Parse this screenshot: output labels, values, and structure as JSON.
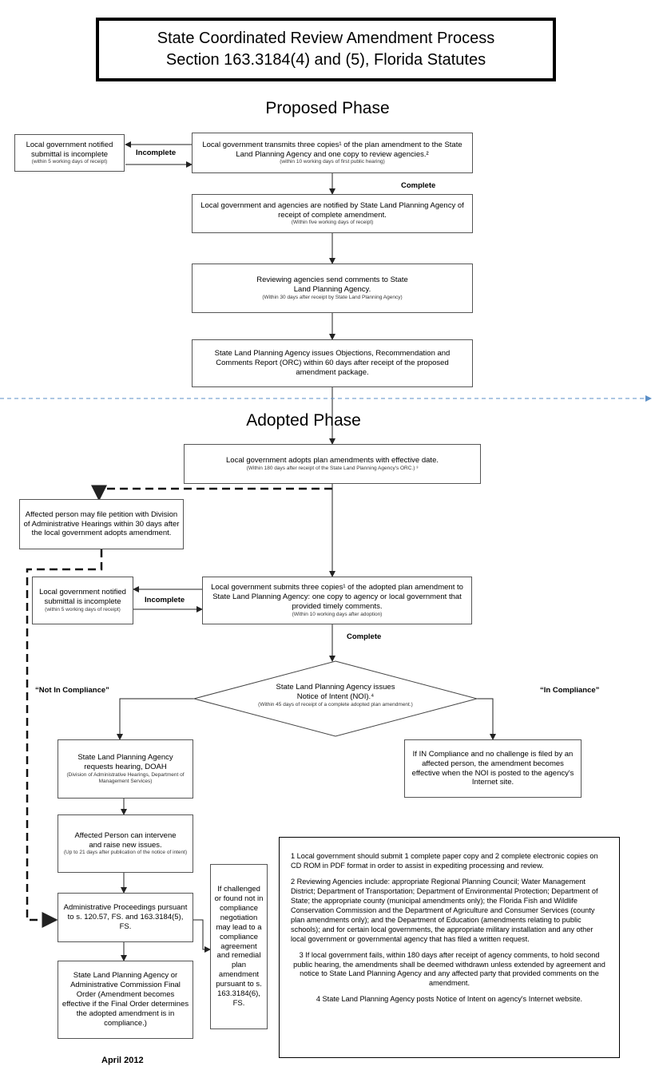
{
  "title": {
    "line1": "State Coordinated Review Amendment Process",
    "line2": "Section 163.3184(4) and (5), Florida Statutes"
  },
  "phases": {
    "proposed": "Proposed Phase",
    "adopted": "Adopted Phase"
  },
  "labels": {
    "incomplete": "Incomplete",
    "complete": "Complete",
    "not_in_compliance": "“Not In Compliance”",
    "in_compliance": "“In Compliance”"
  },
  "boxes": {
    "p_incomplete": {
      "main": "Local government notified submittal is incomplete",
      "note": "(within 5 working days of receipt)"
    },
    "p_transmit": {
      "main": "Local government transmits three copies¹ of the plan amendment to the State Land Planning Agency and one copy to review agencies.²",
      "note": "(within 10 working days of first public hearing)"
    },
    "p_notified": {
      "main": "Local government and agencies are notified by State Land Planning Agency of receipt of complete amendment.",
      "note": "(Within five working days of receipt)"
    },
    "p_comments": {
      "main": "Reviewing agencies send comments to State Land Planning Agency.",
      "note": "(Within 30 days after receipt by State Land Planning Agency)"
    },
    "p_orc": {
      "main": "State Land Planning Agency issues Objections, Recommendation and Comments Report (ORC) within 60 days after receipt of the proposed amendment package."
    },
    "a_adopt": {
      "main": "Local government adopts plan amendments with effective date.",
      "note": "(Within 180 days after receipt of the State Land Planning Agency's ORC.) ³"
    },
    "a_petition": {
      "main": "Affected person may file petition with Division of Administrative Hearings within 30 days after the local government adopts amendment."
    },
    "a_incomplete": {
      "main": "Local government notified submittal is incomplete",
      "note": "(within 5 working days of receipt)"
    },
    "a_submit": {
      "main": "Local government submits three copies¹ of the adopted plan amendment to State Land Planning Agency: one copy to agency or local government that provided timely comments.",
      "note": "(Within 10 working days after adoption)"
    },
    "a_noi": {
      "main": "State Land Planning Agency issues Notice of Intent (NOI).⁴",
      "note": "(Within 45 days of receipt of a complete adopted plan amendment.)"
    },
    "a_in_compliance": {
      "main": "If IN Compliance and no challenge is filed by an affected person, the amendment becomes effective when the NOI is posted to the agency's Internet site."
    },
    "a_hearing": {
      "main": "State Land Planning Agency requests hearing, DOAH",
      "note": "(Division of Administrative Hearings, Department of Management Services)"
    },
    "a_intervene": {
      "main": "Affected Person can intervene and raise new issues.",
      "note": "(Up to 21 days after publication of the notice of intent)"
    },
    "a_admin": {
      "main": "Administrative Proceedings pursuant to s. 120.57, FS. and 163.3184(5), FS."
    },
    "a_final": {
      "main": "State Land Planning Agency or Administrative Commission Final Order (Amendment becomes effective if the Final Order determines the adopted amendment is in compliance.)"
    },
    "a_challenged": {
      "main": "If challenged or found not in compliance negotiation may lead to a compliance agreement and remedial plan amendment pursuant to s. 163.3184(6), FS."
    }
  },
  "notes": {
    "n1": "1 Local government should submit 1 complete paper copy and 2 complete electronic copies on CD ROM in PDF format in order to assist in expediting processing and review.",
    "n2": "2 Reviewing Agencies include: appropriate Regional Planning Council; Water Management District; Department of Transportation; Department of Environmental Protection; Department of State; the appropriate county (municipal amendments only); the Florida Fish and Wildlife Conservation Commission and the Department of Agriculture and Consumer Services (county plan amendments only); and the Department of Education (amendments relating to public schools); and for certain local governments, the appropriate military installation and any other local government or governmental agency that has filed a written request.",
    "n3": "3 If local government fails, within 180 days after receipt of agency comments, to hold second public hearing, the amendments shall be deemed withdrawn unless extended by agreement and notice to State Land Planning Agency and any affected party that provided comments on the amendment.",
    "n4": "4 State Land Planning Agency posts Notice of Intent on agency's Internet website."
  },
  "date": "April 2012"
}
